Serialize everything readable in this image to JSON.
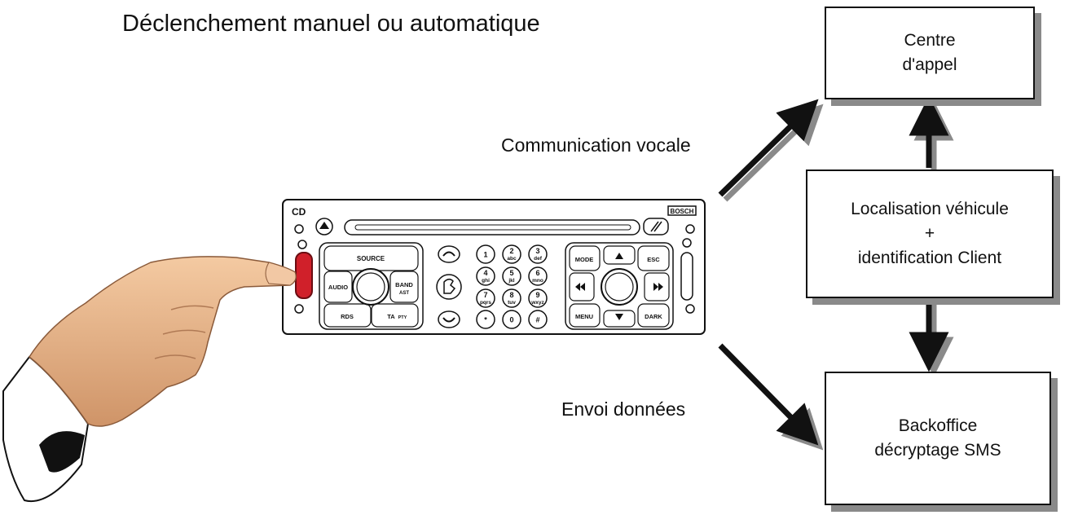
{
  "title": "Déclenchement manuel ou automatique",
  "labels": {
    "voice": "Communication vocale",
    "data": "Envoi données"
  },
  "boxes": {
    "call_center": [
      "Centre",
      "d'appel"
    ],
    "localisation": [
      "Localisation véhicule",
      "+",
      "identification Client"
    ],
    "backoffice": [
      "Backoffice",
      "décryptage SMS"
    ]
  },
  "radio": {
    "logo_text": "CD",
    "brand_text": "BOSCH",
    "buttons": {
      "source": "SOURCE",
      "audio": "AUDIO",
      "band": "BAND",
      "ast": "AST",
      "rds": "RDS",
      "ta": "TA",
      "pty": "PTY",
      "mode": "MODE",
      "esc": "ESC",
      "menu": "MENU",
      "dark": "DARK"
    },
    "keypad": [
      {
        "d": "1",
        "l": ""
      },
      {
        "d": "2",
        "l": "abc"
      },
      {
        "d": "3",
        "l": "def"
      },
      {
        "d": "4",
        "l": "ghi"
      },
      {
        "d": "5",
        "l": "jkl"
      },
      {
        "d": "6",
        "l": "mno"
      },
      {
        "d": "7",
        "l": "pqrs"
      },
      {
        "d": "8",
        "l": "tuv"
      },
      {
        "d": "9",
        "l": "wxyz"
      },
      {
        "d": "*",
        "l": ""
      },
      {
        "d": "0",
        "l": ""
      },
      {
        "d": "#",
        "l": ""
      }
    ]
  },
  "colors": {
    "trigger_button": "#d0202a",
    "skin": "#e8b48a",
    "shadow": "#8a8a8a"
  }
}
